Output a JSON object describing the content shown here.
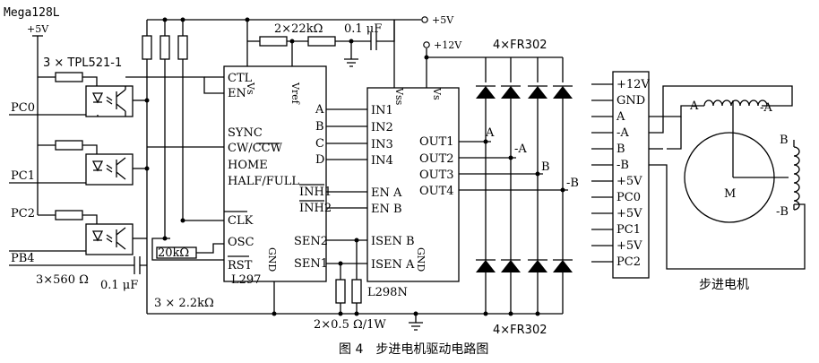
{
  "mcu": {
    "name": "Mega128L",
    "supply": "+5V"
  },
  "opto": {
    "label": "3 × TPL521-1"
  },
  "inputs": {
    "pc0": "PC0",
    "pc1": "PC1",
    "pc2": "PC2",
    "pb4": "PB4"
  },
  "resistors": {
    "input_r": "3×560 Ω",
    "ref_div": "2×22kΩ",
    "osc_r": "20kΩ",
    "pullups": "3 × 2.2kΩ",
    "sense": "2×0.5 Ω/1W"
  },
  "caps": {
    "ref_cap": "0.1 μF",
    "osc_cap": "0.1 μF"
  },
  "rails": {
    "top_5v": "+5V",
    "top_12v": "+12V"
  },
  "l297": {
    "name": "L297",
    "pins_left": [
      "CTL",
      "EN",
      "SYNC",
      "CW/CCW",
      "HOME",
      "HALF/FULL",
      "CLK",
      "OSC",
      "RST"
    ],
    "pins_top": [
      "Vs",
      "Vref"
    ],
    "pins_right": [
      "A",
      "B",
      "C",
      "D",
      "INH1",
      "INH2",
      "SEN2",
      "SEN1"
    ],
    "gnd": "GND"
  },
  "l298": {
    "name": "L298N",
    "pins_left": [
      "IN1",
      "IN2",
      "IN3",
      "IN4",
      "EN A",
      "EN B",
      "ISEN B",
      "ISEN A"
    ],
    "pins_top": [
      "Vss",
      "Vs"
    ],
    "pins_right": [
      "OUT1",
      "OUT2",
      "OUT3",
      "OUT4"
    ],
    "gnd": "GND"
  },
  "diodes": {
    "top": "4×FR302",
    "bottom": "4×FR302"
  },
  "phases": {
    "a": "A",
    "na": "-A",
    "b": "B",
    "nb": "-B"
  },
  "connector": {
    "pins": [
      "+12V",
      "GND",
      "A",
      "-A",
      "B",
      "-B",
      "+5V",
      "PC0",
      "+5V",
      "PC1",
      "+5V",
      "PC2"
    ]
  },
  "motor": {
    "center": "M",
    "caption": "步进电机",
    "coil_a": "A",
    "coil_na": "-A",
    "coil_b": "B",
    "coil_nb": "-B"
  },
  "figure": {
    "caption": "图 4　步进电机驱动电路图"
  }
}
